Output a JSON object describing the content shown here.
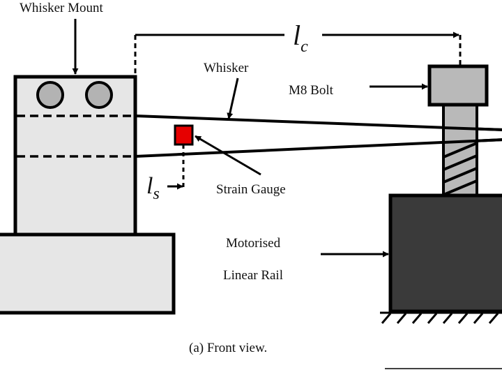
{
  "labels": {
    "whisker_mount": "Whisker Mount",
    "whisker": "Whisker",
    "m8_bolt": "M8 Bolt",
    "strain_gauge": "Strain Gauge",
    "motorised": "Motorised",
    "linear_rail": "Linear Rail",
    "caption": "(a) Front view."
  },
  "dimensions": {
    "lc_symbol": "l",
    "lc_subscript": "c",
    "ls_symbol": "l",
    "ls_subscript": "s"
  },
  "colors": {
    "mount_fill": "#e6e6e6",
    "circle_fill": "#b3b3b3",
    "bolt_fill": "#b9b9b9",
    "rail_fill": "#3a3a3a",
    "strain_gauge_fill": "#e60000",
    "stroke": "#000000"
  }
}
